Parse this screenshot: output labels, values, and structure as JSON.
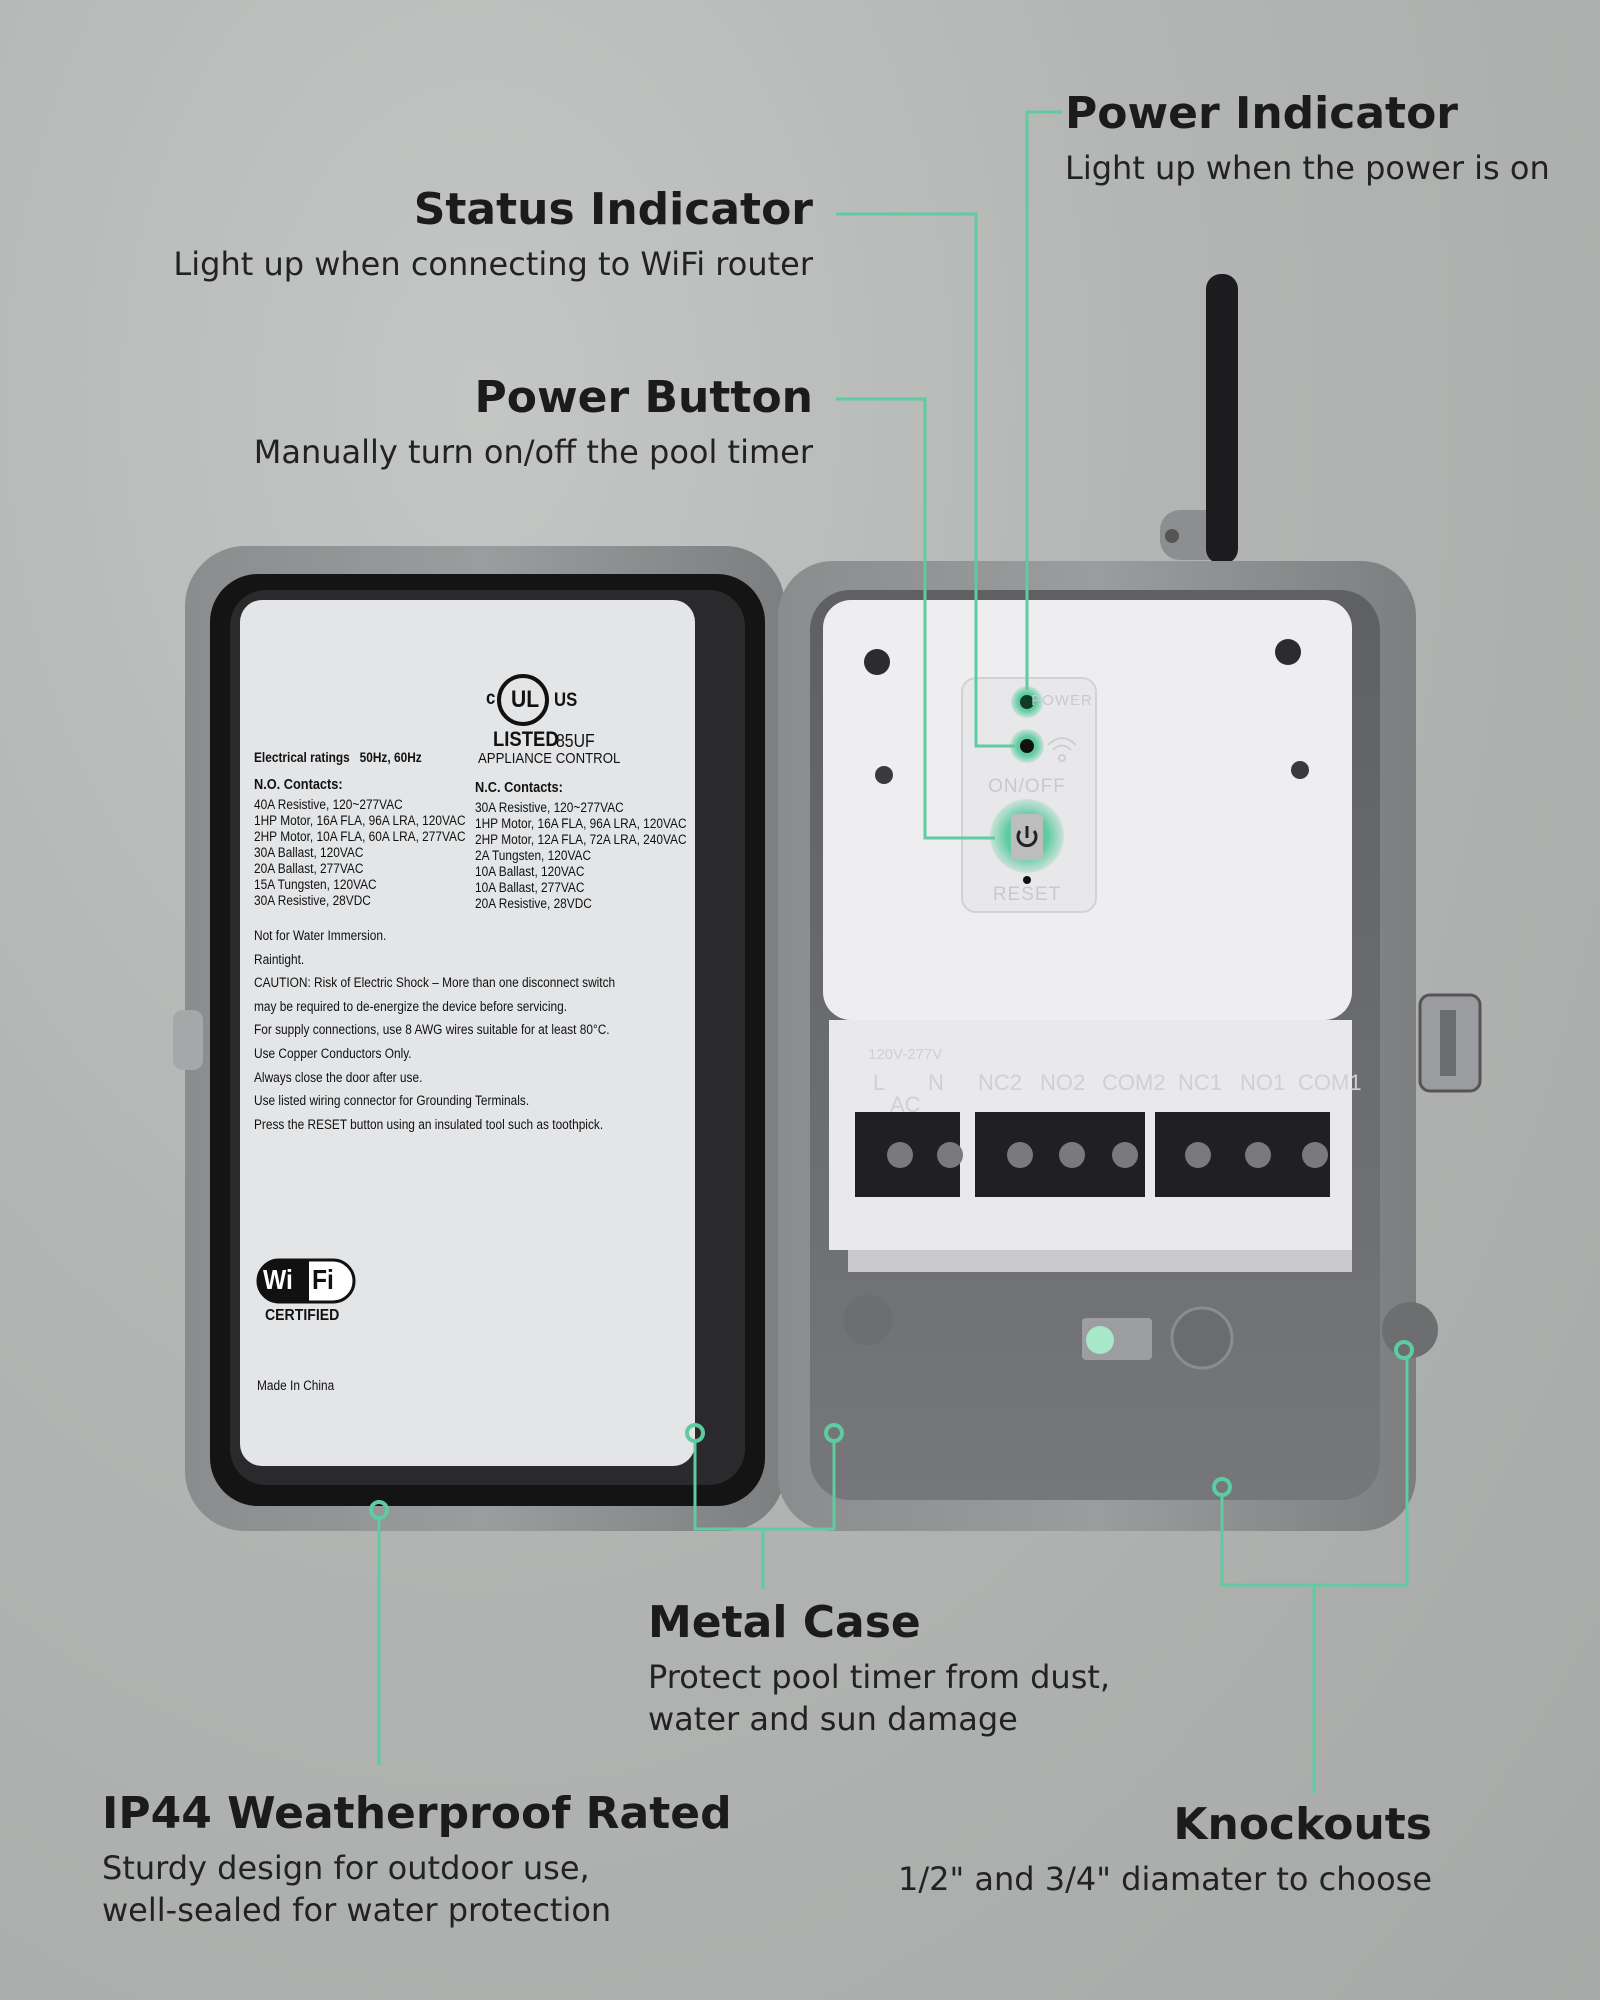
{
  "accent_color": "#5ecba1",
  "callouts": {
    "power_indicator": {
      "title": "Power Indicator",
      "subtitle": "Light up when the power is on"
    },
    "status_indicator": {
      "title": "Status Indicator",
      "subtitle": "Light up when connecting to WiFi router"
    },
    "power_button": {
      "title": "Power Button",
      "subtitle": "Manually turn on/off the pool timer"
    },
    "metal_case": {
      "title": "Metal Case",
      "subtitle_lines": [
        "Protect pool timer from dust,",
        "water and sun damage"
      ]
    },
    "ip44": {
      "title": "IP44 Weatherproof Rated",
      "subtitle_lines": [
        "Sturdy design for outdoor use,",
        "well-sealed for water protection"
      ]
    },
    "knockouts": {
      "title": "Knockouts",
      "subtitle": "1/2\" and 3/4\" diamater to choose"
    }
  },
  "door_label": {
    "ul_logo": {
      "left": "c",
      "mark": "UL",
      "right": "US",
      "listed": "LISTED",
      "code": "85UF",
      "category": "APPLIANCE CONTROL"
    },
    "ratings_heading": "Electrical ratings   50Hz, 60Hz",
    "no_contacts": {
      "heading": "N.O. Contacts:",
      "items": [
        "40A Resistive, 120~277VAC",
        "1HP Motor, 16A FLA, 96A LRA, 120VAC",
        "2HP Motor, 10A FLA, 60A LRA, 277VAC",
        "30A Ballast, 120VAC",
        "20A Ballast, 277VAC",
        "15A Tungsten, 120VAC",
        "30A Resistive, 28VDC"
      ]
    },
    "nc_contacts": {
      "heading": "N.C. Contacts:",
      "items": [
        "30A Resistive, 120~277VAC",
        "1HP Motor, 16A FLA, 96A LRA, 120VAC",
        "2HP Motor, 12A FLA, 72A LRA, 240VAC",
        "2A Tungsten, 120VAC",
        "10A Ballast, 120VAC",
        "10A Ballast, 277VAC",
        "20A Resistive, 28VDC"
      ]
    },
    "notes": [
      "Not for Water Immersion.",
      "Raintight.",
      "CAUTION: Risk of Electric Shock – More than one disconnect switch",
      "may be required to de-energize the device before servicing.",
      "For supply connections, use 8 AWG wires suitable for at least 80°C.",
      "Use Copper Conductors Only.",
      "Always close the door after use.",
      "Use listed wiring connector for Grounding Terminals.",
      "Press the RESET button using an insulated tool such as toothpick."
    ],
    "wifi_logo": {
      "wi": "Wi",
      "fi": "Fi",
      "certified": "CERTIFIED"
    },
    "origin": "Made In China"
  },
  "control_panel": {
    "power_label": "POWER",
    "onoff_label": "ON/OFF",
    "reset_label": "RESET",
    "wifi_icon": "wifi-icon",
    "power_icon": "power-icon"
  },
  "terminals": {
    "voltage": "120V-277V",
    "l": "L",
    "n": "N",
    "ac": "AC",
    "labels": [
      "NC2",
      "NO2",
      "COM2",
      "NC1",
      "NO1",
      "COM1"
    ]
  }
}
